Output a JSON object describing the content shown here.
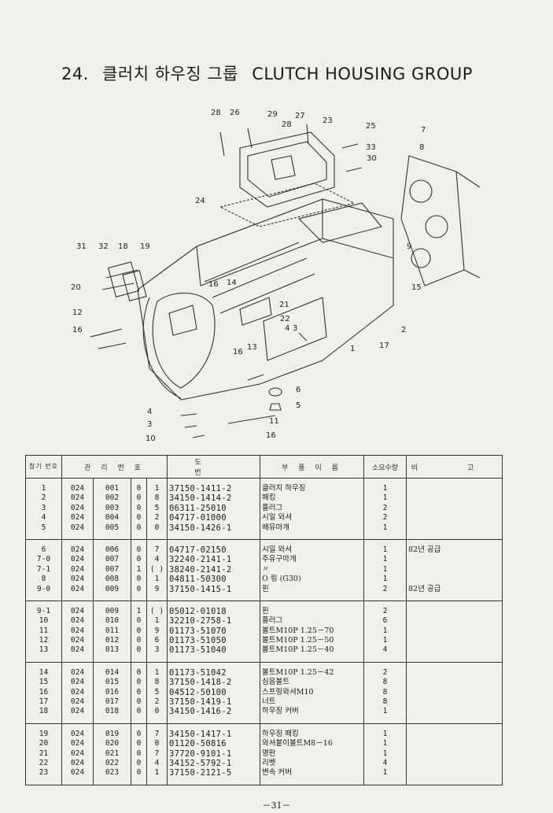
{
  "title": {
    "number": "24.",
    "korean": "클러치 하우징 그룹",
    "english": "CLUTCH HOUSING GROUP"
  },
  "diagram": {
    "callouts": [
      "28",
      "26",
      "29",
      "27",
      "23",
      "28",
      "25",
      "7",
      "33",
      "30",
      "8",
      "24",
      "31",
      "32",
      "18",
      "19",
      "20",
      "12",
      "16",
      "16",
      "14",
      "21",
      "22",
      "4",
      "3",
      "13",
      "16",
      "1",
      "17",
      "2",
      "9",
      "15",
      "6",
      "5",
      "4",
      "3",
      "10",
      "11",
      "16"
    ]
  },
  "table": {
    "headers": {
      "ref_no": "참기 번호",
      "mgmt_no": "관 리 번 호",
      "part_no": "도 번",
      "part_name": "부 품 이 름",
      "qty": "소요수량",
      "remarks": "비 고"
    },
    "groups": [
      {
        "ref": [
          "1",
          "2",
          "3",
          "4",
          "5"
        ],
        "m1": [
          "024",
          "024",
          "024",
          "024",
          "024"
        ],
        "m2": [
          "001",
          "002",
          "003",
          "004",
          "005"
        ],
        "m3": [
          "0",
          "0",
          "0",
          "0",
          "0"
        ],
        "m4": [
          "1",
          "8",
          "5",
          "2",
          "0"
        ],
        "part": [
          "37150-1411-2",
          "34150-1414-2",
          "06311-25010",
          "04717-01000",
          "34150-1426-1"
        ],
        "name": [
          "클러치 하우징",
          "패킹",
          "플러그",
          "시일 와셔",
          "배유마개"
        ],
        "qty": [
          "1",
          "1",
          "2",
          "2",
          "1"
        ],
        "note": [
          "",
          "",
          "",
          "",
          ""
        ]
      },
      {
        "ref": [
          "6",
          "7-0",
          "7-1",
          "8",
          "9-0"
        ],
        "m1": [
          "024",
          "024",
          "024",
          "024",
          "024"
        ],
        "m2": [
          "006",
          "007",
          "007",
          "008",
          "009"
        ],
        "m3": [
          "0",
          "0",
          "1",
          "0",
          "0"
        ],
        "m4": [
          "7",
          "4",
          "( )",
          "1",
          "9"
        ],
        "part": [
          "04717-02150",
          "32240-2141-1",
          "38240-2141-2",
          "04811-50300",
          "37150-1415-1"
        ],
        "name": [
          "시일 와셔",
          "주유구마개",
          "〃",
          "O 링 (G30)",
          "핀"
        ],
        "qty": [
          "1",
          "1",
          "1",
          "1",
          "2"
        ],
        "note": [
          "82년 공급",
          "",
          "",
          "",
          "82년 공급"
        ]
      },
      {
        "ref": [
          "9-1",
          "10",
          "11",
          "12",
          "13"
        ],
        "m1": [
          "024",
          "024",
          "024",
          "024",
          "024"
        ],
        "m2": [
          "009",
          "010",
          "011",
          "012",
          "013"
        ],
        "m3": [
          "1",
          "0",
          "0",
          "0",
          "0"
        ],
        "m4": [
          "( )",
          "1",
          "9",
          "6",
          "3"
        ],
        "part": [
          "05012-01018",
          "32210-2758-1",
          "01173-51070",
          "01173-51050",
          "01173-51040"
        ],
        "name": [
          "핀",
          "플러그",
          "볼트M10P 1.25－70",
          "볼트M10P 1.25－50",
          "볼트M10P 1.25－40"
        ],
        "qty": [
          "2",
          "6",
          "1",
          "1",
          "4"
        ],
        "note": [
          "",
          "",
          "",
          "",
          ""
        ]
      },
      {
        "ref": [
          "14",
          "15",
          "16",
          "17",
          "18"
        ],
        "m1": [
          "024",
          "024",
          "024",
          "024",
          "024"
        ],
        "m2": [
          "014",
          "015",
          "016",
          "017",
          "018"
        ],
        "m3": [
          "0",
          "0",
          "0",
          "0",
          "0"
        ],
        "m4": [
          "1",
          "8",
          "5",
          "2",
          "0"
        ],
        "part": [
          "01173-51042",
          "37150-1418-2",
          "04512-50100",
          "37150-1419-1",
          "34150-1416-2"
        ],
        "name": [
          "볼트M10P 1.25－42",
          "심음볼트",
          "스프링와셔M10",
          "너트",
          "하우징 커버"
        ],
        "qty": [
          "2",
          "8",
          "8",
          "8",
          "1"
        ],
        "note": [
          "",
          "",
          "",
          "",
          ""
        ]
      },
      {
        "ref": [
          "19",
          "20",
          "21",
          "22",
          "23"
        ],
        "m1": [
          "024",
          "024",
          "024",
          "024",
          "024"
        ],
        "m2": [
          "019",
          "020",
          "021",
          "022",
          "023"
        ],
        "m3": [
          "0",
          "0",
          "0",
          "0",
          "0"
        ],
        "m4": [
          "7",
          "0",
          "7",
          "4",
          "1"
        ],
        "part": [
          "34150-1417-1",
          "01120-50816",
          "37720-9101-1",
          "34152-5792-1",
          "37150-2121-5"
        ],
        "name": [
          "하우징 패킹",
          "와셔붙이볼트M8－16",
          "명판",
          "리벳",
          "변속 커버"
        ],
        "qty": [
          "1",
          "1",
          "1",
          "4",
          "1"
        ],
        "note": [
          "",
          "",
          "",
          "",
          ""
        ]
      }
    ]
  },
  "page_number": "－31－"
}
